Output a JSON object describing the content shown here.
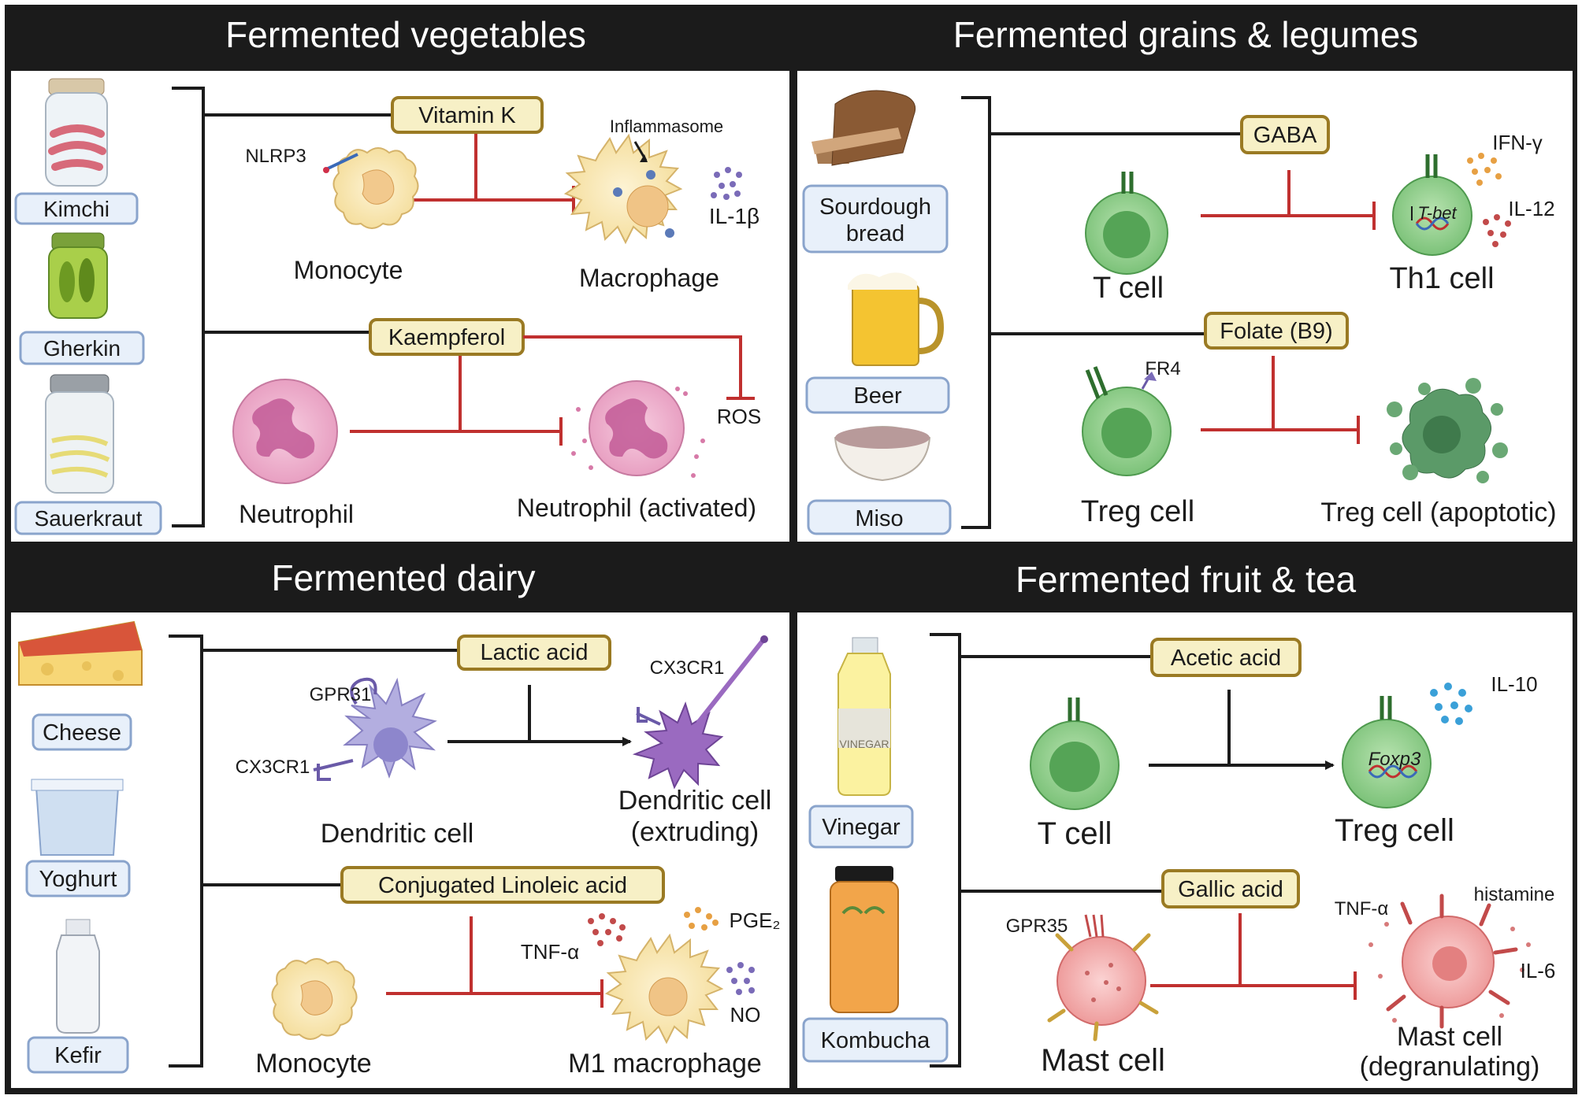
{
  "colors": {
    "header_bg": "#1b1b1b",
    "header_text": "#ffffff",
    "line_black": "#1b1b1b",
    "inhibit_red": "#c0302f",
    "compound_fill": "#f7f0c6",
    "compound_stroke": "#9a7a23",
    "food_label_fill": "#e8f0fa",
    "food_label_stroke": "#8aa4cc"
  },
  "panels": {
    "vegetables": {
      "title": "Fermented vegetables",
      "foods": [
        "Kimchi",
        "Gherkin",
        "Sauerkraut"
      ],
      "compounds": [
        "Vitamin K",
        "Kaempferol"
      ],
      "cells": {
        "monocyte": "Monocyte",
        "macrophage": "Macrophage",
        "neutrophil": "Neutrophil",
        "neutrophil_activated": "Neutrophil (activated)"
      },
      "markers": {
        "nlrp3": "NLRP3",
        "inflammasome": "Inflammasome",
        "il1b": "IL-1β",
        "ros": "ROS"
      }
    },
    "grains": {
      "title": "Fermented grains & legumes",
      "foods": [
        "Sourdough bread",
        "Beer",
        "Miso"
      ],
      "compounds": [
        "GABA",
        "Folate (B9)"
      ],
      "cells": {
        "tcell": "T cell",
        "th1": "Th1 cell",
        "treg": "Treg cell",
        "treg_apoptotic": "Treg cell (apoptotic)"
      },
      "markers": {
        "ifng": "IFN-γ",
        "il12": "IL-12",
        "fr4": "FR4",
        "tbet": "T-bet"
      }
    },
    "dairy": {
      "title": "Fermented dairy",
      "foods": [
        "Cheese",
        "Yoghurt",
        "Kefir"
      ],
      "compounds": [
        "Lactic acid",
        "Conjugated Linoleic acid"
      ],
      "cells": {
        "dendritic": "Dendritic cell",
        "dendritic_extruding_1": "Dendritic cell",
        "dendritic_extruding_2": "(extruding)",
        "monocyte": "Monocyte",
        "m1": "M1 macrophage"
      },
      "markers": {
        "gpr31": "GPR31",
        "cx3cr1_left": "CX3CR1",
        "cx3cr1_right": "CX3CR1",
        "tnfa": "TNF-α",
        "pge2": "PGE₂",
        "no": "NO"
      }
    },
    "fruit": {
      "title": "Fermented fruit & tea",
      "foods": [
        "Vinegar",
        "Kombucha"
      ],
      "compounds": [
        "Acetic acid",
        "Gallic acid"
      ],
      "cells": {
        "tcell": "T cell",
        "treg": "Treg cell",
        "mast": "Mast cell",
        "mast_degran_1": "Mast cell",
        "mast_degran_2": "(degranulating)"
      },
      "markers": {
        "il10": "IL-10",
        "foxp3": "Foxp3",
        "gpr35": "GPR35",
        "tnfa": "TNF-α",
        "histamine": "histamine",
        "il6": "IL-6",
        "vinegar_label": "VINEGAR"
      }
    }
  }
}
